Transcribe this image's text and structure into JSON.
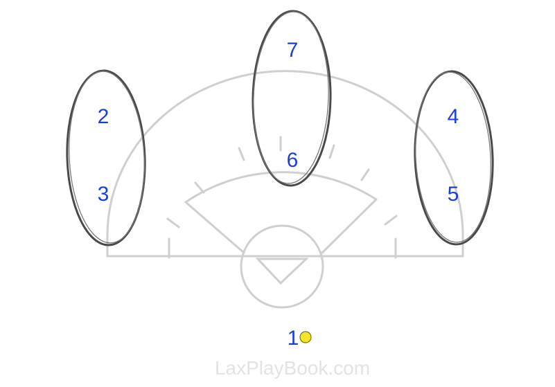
{
  "players": [
    {
      "id": "p1",
      "label": "1"
    },
    {
      "id": "p2",
      "label": "2"
    },
    {
      "id": "p3",
      "label": "3"
    },
    {
      "id": "p4",
      "label": "4"
    },
    {
      "id": "p5",
      "label": "5"
    },
    {
      "id": "p6",
      "label": "6"
    },
    {
      "id": "p7",
      "label": "7"
    }
  ],
  "ball": {
    "color": "#f5e52a"
  },
  "watermark": "LaxPlayBook.com",
  "colors": {
    "player_label": "#1a3fd6",
    "field_lines": "#cfcfcf",
    "group_oval": "#4a4a4a"
  }
}
